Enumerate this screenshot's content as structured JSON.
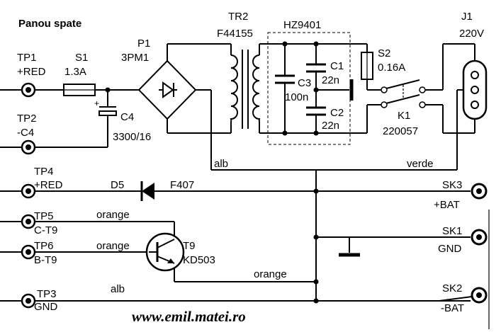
{
  "title": "Panou spate",
  "website": "www.emil.matei.ro",
  "test_points": {
    "tp1": {
      "name": "TP1",
      "signal": "+RED"
    },
    "tp2": {
      "name": "TP2",
      "signal": "-C4"
    },
    "tp4": {
      "name": "TP4",
      "signal": "+RED"
    },
    "tp5": {
      "name": "TP5",
      "signal": "C-T9"
    },
    "tp6": {
      "name": "TP6",
      "signal": "B-T9"
    },
    "tp3": {
      "name": "TP3",
      "signal": "GND"
    }
  },
  "components": {
    "s1": {
      "name": "S1",
      "value": "1.3A"
    },
    "p1": {
      "name": "P1",
      "value": "3PM1"
    },
    "c4": {
      "name": "C4",
      "value": "3300/16"
    },
    "tr2": {
      "name": "TR2",
      "value": "F44155"
    },
    "filter": {
      "name": "HZ9401"
    },
    "c3": {
      "name": "C3",
      "value": "100n"
    },
    "c1": {
      "name": "C1",
      "value": "22n"
    },
    "c2": {
      "name": "C2",
      "value": "22n"
    },
    "s2": {
      "name": "S2",
      "value": "0.16A"
    },
    "k1": {
      "name": "K1",
      "value": "220057"
    },
    "j1": {
      "name": "J1",
      "value": "220V"
    },
    "d5": {
      "name": "D5",
      "value": "F407"
    },
    "t9": {
      "name": "T9",
      "value": "KD503"
    }
  },
  "sockets": {
    "sk3": {
      "name": "SK3",
      "signal": "+BAT"
    },
    "sk1": {
      "name": "SK1",
      "signal": "GND"
    },
    "sk2": {
      "name": "SK2",
      "signal": "-BAT"
    }
  },
  "wire_labels": {
    "alb_top": "alb",
    "verde": "verde",
    "orange_c": "orange",
    "orange_b": "orange",
    "orange_e": "orange",
    "alb_gnd": "alb"
  }
}
